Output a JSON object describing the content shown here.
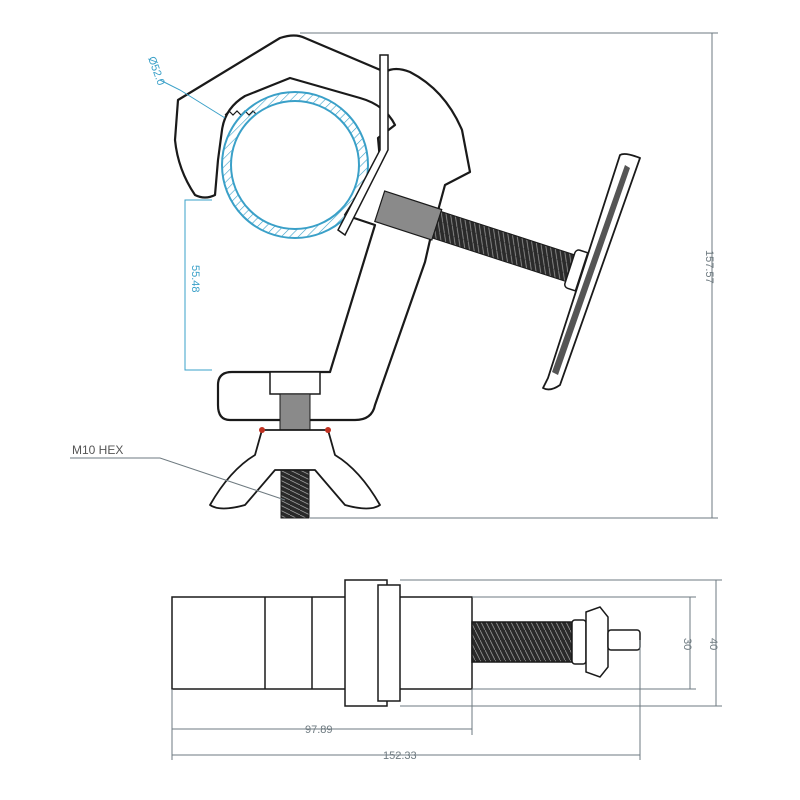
{
  "drawing": {
    "labels": {
      "pipe_diameter": "Ø52.0",
      "bolt_type": "M10 HEX",
      "vertical_offset": "55.48",
      "total_height": "157.57",
      "body_width": "30",
      "overall_depth": "40",
      "body_length": "97.89",
      "overall_length": "152.33"
    },
    "colors": {
      "outline": "#1a1a1a",
      "dimension": "#6e7a80",
      "accent": "#3aa0c8",
      "thread": "#222222"
    }
  }
}
